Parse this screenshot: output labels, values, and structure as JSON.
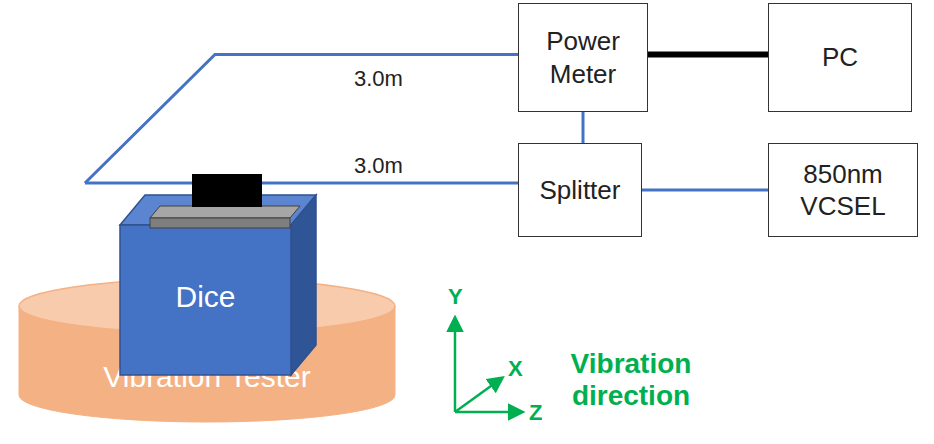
{
  "diagram": {
    "nodes": [
      {
        "text": [
          "Power Meter"
        ]
      },
      {
        "text": [
          "PC"
        ]
      },
      {
        "text": [
          "Splitter"
        ]
      },
      {
        "text": [
          "850nm VCSEL"
        ]
      },
      {
        "text": [
          "Dice"
        ]
      },
      {
        "text": [
          "Vibration Tester"
        ]
      }
    ],
    "edges": [
      {
        "from": 0,
        "to": 1,
        "arrow": "none"
      },
      {
        "from": 0,
        "to": 2,
        "arrow": "none"
      },
      {
        "from": 2,
        "to": 3,
        "arrow": "none"
      },
      {
        "from": 0,
        "to": 4,
        "label": "3.0m",
        "arrow": "none"
      },
      {
        "from": 2,
        "to": 4,
        "label": "3.0m",
        "arrow": "none"
      }
    ],
    "labels": [
      "Y",
      "X",
      "Z",
      "Vibration direction"
    ]
  }
}
